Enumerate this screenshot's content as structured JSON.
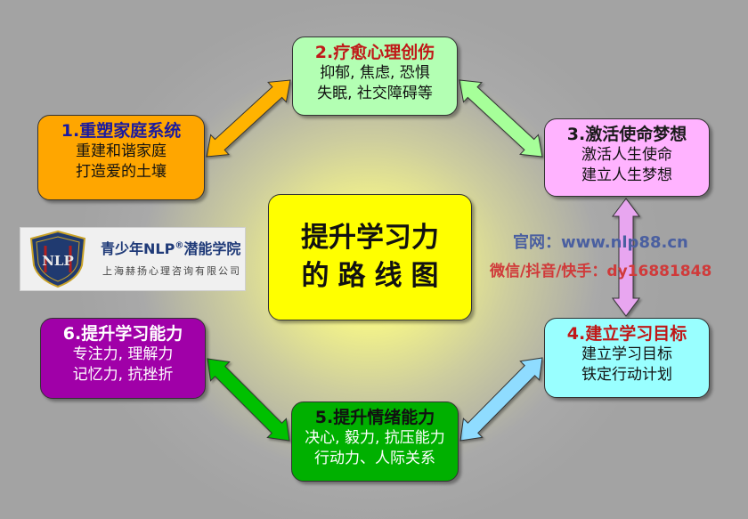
{
  "center": {
    "line1": "提升学习力",
    "line2": "的路线图"
  },
  "steps": [
    {
      "title": "1.重塑家庭系统",
      "lines": [
        "重建和谐家庭",
        "打造爱的土壤"
      ],
      "bg": "#ffa600",
      "title_color": "#1a1aa0",
      "text_color": "#111111"
    },
    {
      "title": "2.疗愈心理创伤",
      "lines": [
        "抑郁, 焦虑, 恐惧",
        "失眠, 社交障碍等"
      ],
      "bg": "#b3ffb3",
      "title_color": "#c01818",
      "text_color": "#111111"
    },
    {
      "title": "3.激活使命梦想",
      "lines": [
        "激活人生使命",
        "建立人生梦想"
      ],
      "bg": "#ffb3ff",
      "title_color": "#1a1a1a",
      "text_color": "#111111"
    },
    {
      "title": "4.建立学习目标",
      "lines": [
        "建立学习目标",
        "铁定行动计划"
      ],
      "bg": "#99ffff",
      "title_color": "#c01818",
      "text_color": "#111111"
    },
    {
      "title": "5.提升情绪能力",
      "lines": [
        "决心, 毅力, 抗压能力",
        "行动力、人际关系"
      ],
      "bg": "#00b000",
      "title_color": "#111111",
      "text_color": "#ffffff"
    },
    {
      "title": "6.提升学习能力",
      "lines": [
        "专注力, 理解力",
        "记忆力, 抗挫折"
      ],
      "bg": "#a000a8",
      "title_color": "#ffffff",
      "text_color": "#ffffff"
    }
  ],
  "contact": {
    "website": "官网：www.nlp88.cn",
    "social": "微信/抖音/快手：dy16881848"
  },
  "logo": {
    "name": "青少年NLP",
    "reg": "®",
    "suffix": "潜能学院",
    "company": "上海赫扬心理咨询有限公司",
    "emblem_text": "NLP"
  },
  "arrow_colors": {
    "a12": "#ffb300",
    "a23": "#a6ff99",
    "a34": "#e8a6f0",
    "a45": "#8fdcff",
    "a56": "#00c000"
  }
}
